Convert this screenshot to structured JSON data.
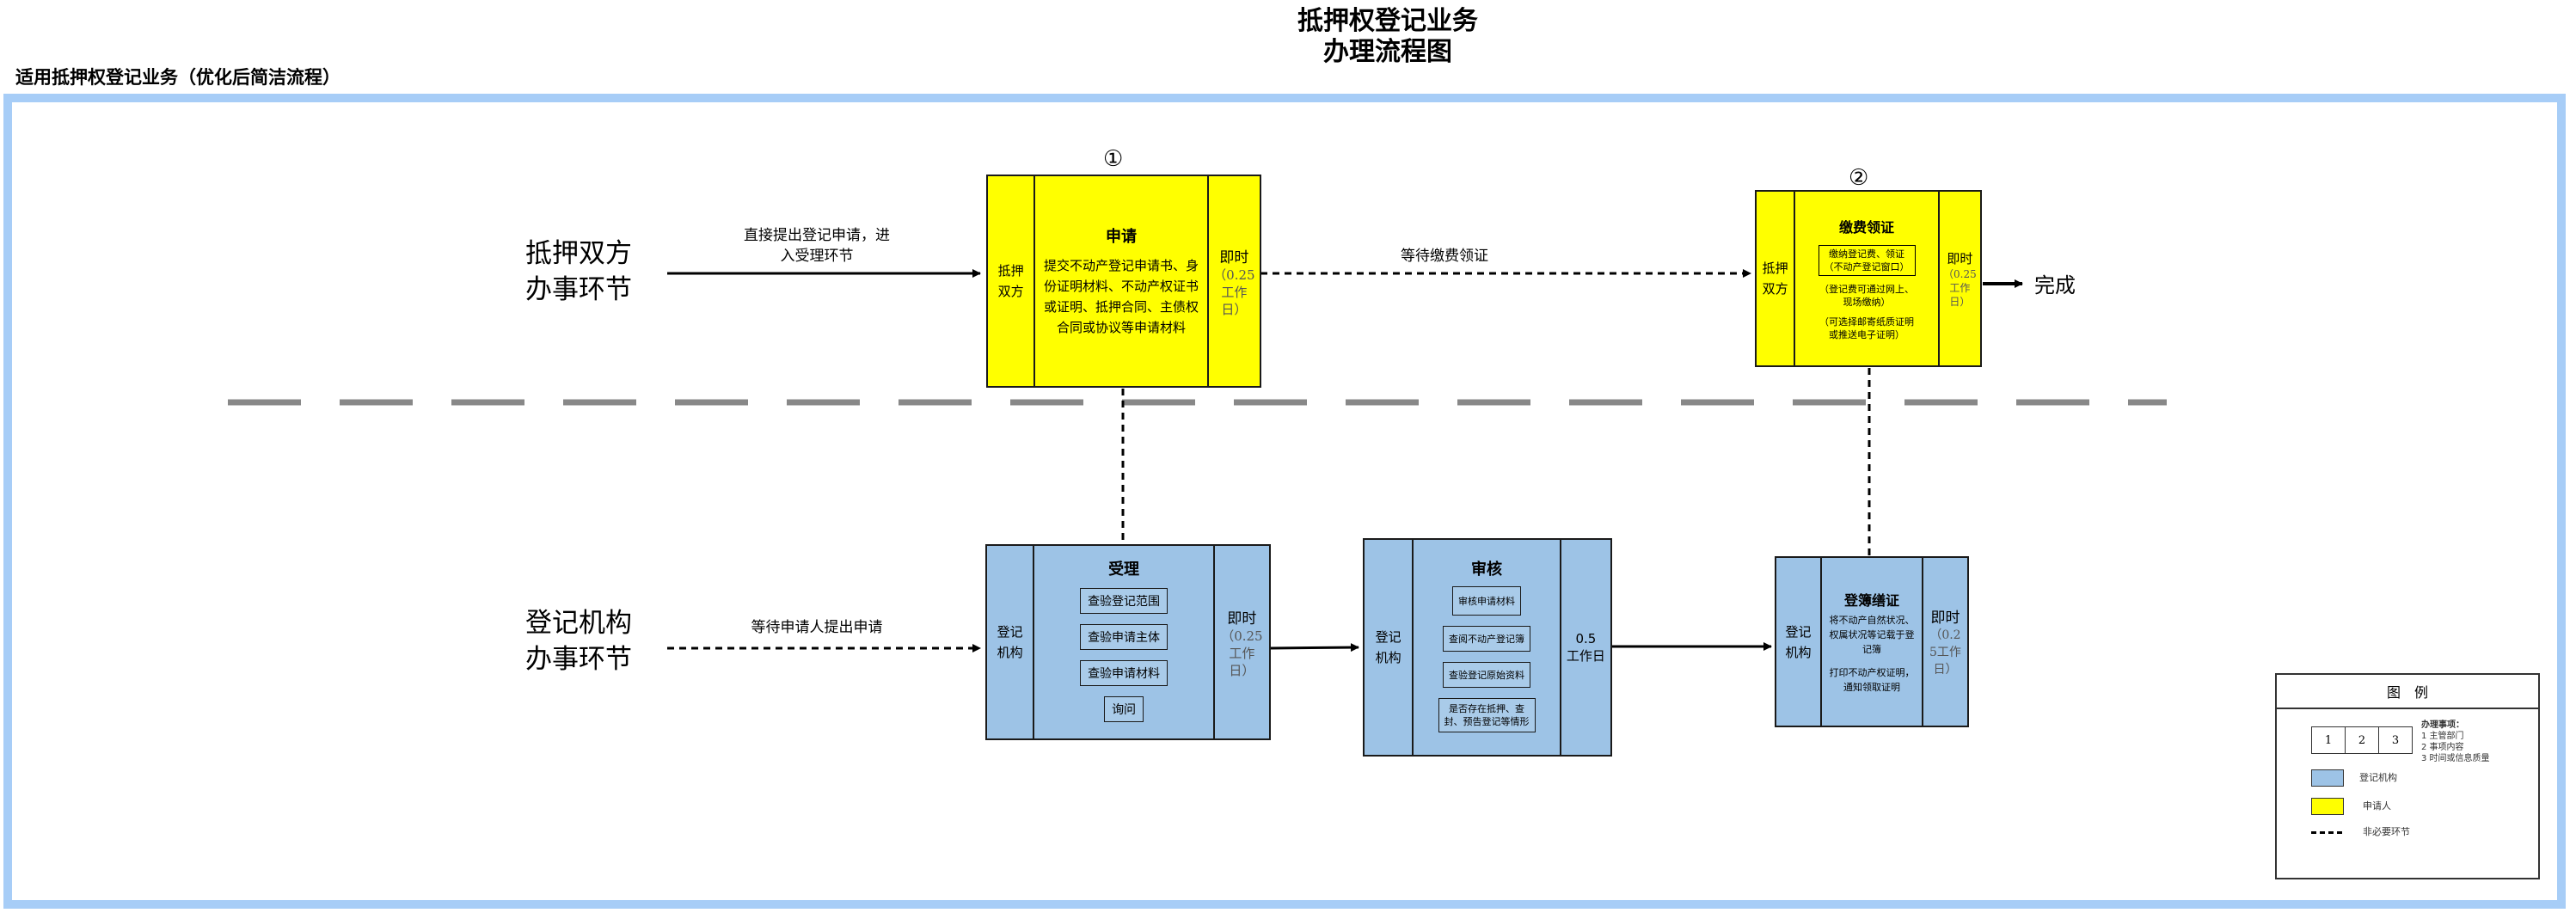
{
  "header": {
    "title_line1": "抵押权登记业务",
    "title_line2": "办理流程图",
    "subtitle": "适用抵押权登记业务（优化后简洁流程）"
  },
  "lanes": {
    "top_line1": "抵押双方",
    "top_line2": "办事环节",
    "bottom_line1": "登记机构",
    "bottom_line2": "办事环节"
  },
  "arrows": {
    "direct_apply_line1": "直接提出登记申请，进",
    "direct_apply_line2": "入受理环节",
    "wait_fee": "等待缴费领证",
    "wait_apply": "等待申请人提出申请",
    "done": "完成"
  },
  "steps": {
    "apply": {
      "number": "①",
      "side": "抵押\n双方",
      "title": "申请",
      "desc": "提交不动产登记申请书、身份证明材料、不动产权证书或证明、抵押合同、主债权合同或协议等申请材料",
      "time_main": "即时",
      "time_sub": "（0.25\n工作\n日）"
    },
    "pay": {
      "number": "②",
      "side": "抵押\n双方",
      "title": "缴费领证",
      "boxed": "缴纳登记费、领证\n（不动产登记窗口）",
      "note1": "（登记费可通过网上、\n现场缴纳）",
      "note2": "（可选择邮寄纸质证明\n或推送电子证明）",
      "time_main": "即时",
      "time_sub": "（0.25\n工作\n日）"
    },
    "accept": {
      "side": "登记\n机构",
      "title": "受理",
      "items": [
        "查验登记范围",
        "查验申请主体",
        "查验申请材料",
        "询问"
      ],
      "time_main": "即时",
      "time_sub": "（0.25\n工作\n日）"
    },
    "review": {
      "side": "登记\n机构",
      "title": "审核",
      "items": [
        "审核申请材料",
        "查阅不动产登记簿",
        "查验登记原始资料",
        "是否存在抵押、查\n封、预告登记等情形"
      ],
      "time_main": "0.5\n工作日"
    },
    "register": {
      "side": "登记\n机构",
      "title": "登簿缮证",
      "desc1": "将不动产自然状况、权属状况等记载于登记簿",
      "desc2": "打印不动产权证明，通知领取证明",
      "time_main": "即时",
      "time_sub": "（0.2\n5工作\n日）"
    }
  },
  "legend": {
    "title": "图　例",
    "cells": [
      "1",
      "2",
      "3"
    ],
    "notes_title": "办理事项：",
    "notes": [
      "1 主管部门",
      "2 事项内容",
      "3 时间或信息质量"
    ],
    "blue_label": "登记机构",
    "yellow_label": "申请人",
    "dash_label": "非必要环节",
    "colors": {
      "blue": "#9dc3e6",
      "yellow": "#ffff00",
      "frame": "#a7cdf7"
    }
  }
}
